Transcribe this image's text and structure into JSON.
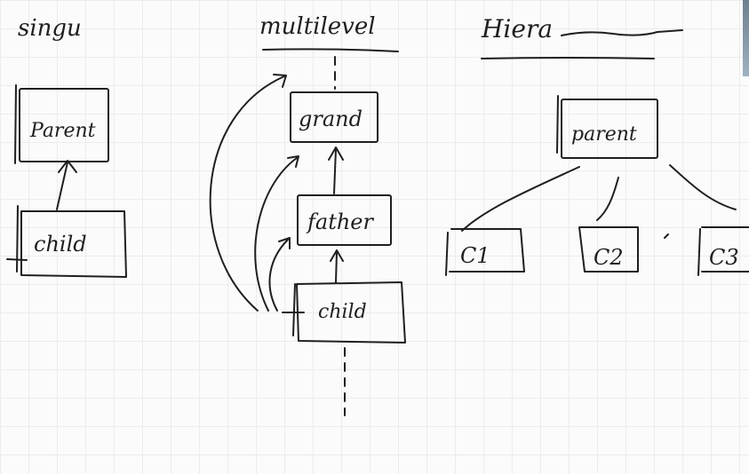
{
  "sections": {
    "single": {
      "title": "singu",
      "nodes": {
        "parent": "Parent",
        "child": "child"
      }
    },
    "multilevel": {
      "title": "multilevel",
      "nodes": {
        "grand": "grand",
        "father": "father",
        "child": "child"
      }
    },
    "hierarchical": {
      "title": "Hiera",
      "nodes": {
        "parent": "parent",
        "c1": "C1",
        "c2": "C2",
        "c3": "C3"
      }
    }
  },
  "colors": {
    "ink": "#1f1f1f",
    "grid": "#ececec",
    "paper": "#fbfbfb"
  }
}
